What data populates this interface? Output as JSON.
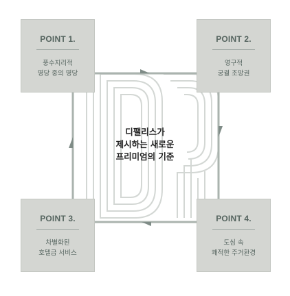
{
  "center": {
    "lines": [
      "디팰리스가",
      "제시하는 새로운",
      "프리미엄의 기준"
    ]
  },
  "points": [
    {
      "title": "POINT 1.",
      "lines": [
        "풍수지리적",
        "명당 중의 명당"
      ]
    },
    {
      "title": "POINT 2.",
      "lines": [
        "영구적",
        "궁궐 조망권"
      ]
    },
    {
      "title": "POINT 3.",
      "lines": [
        "차별화된",
        "호텔급 서비스"
      ]
    },
    {
      "title": "POINT 4.",
      "lines": [
        "도심 속",
        "쾌적한 주거환경"
      ]
    }
  ],
  "colors": {
    "card_fill": "#d4d6d2",
    "connector": "#aab3ae",
    "arrow": "#7f8c87",
    "logo_line": "#cdd1ce",
    "text_dark": "#222222",
    "text_card": "#55645f"
  },
  "icons": [
    "dp-monogram-watermark",
    "arrow-right-icon",
    "arrow-down-icon",
    "arrow-left-icon",
    "arrow-up-icon"
  ]
}
